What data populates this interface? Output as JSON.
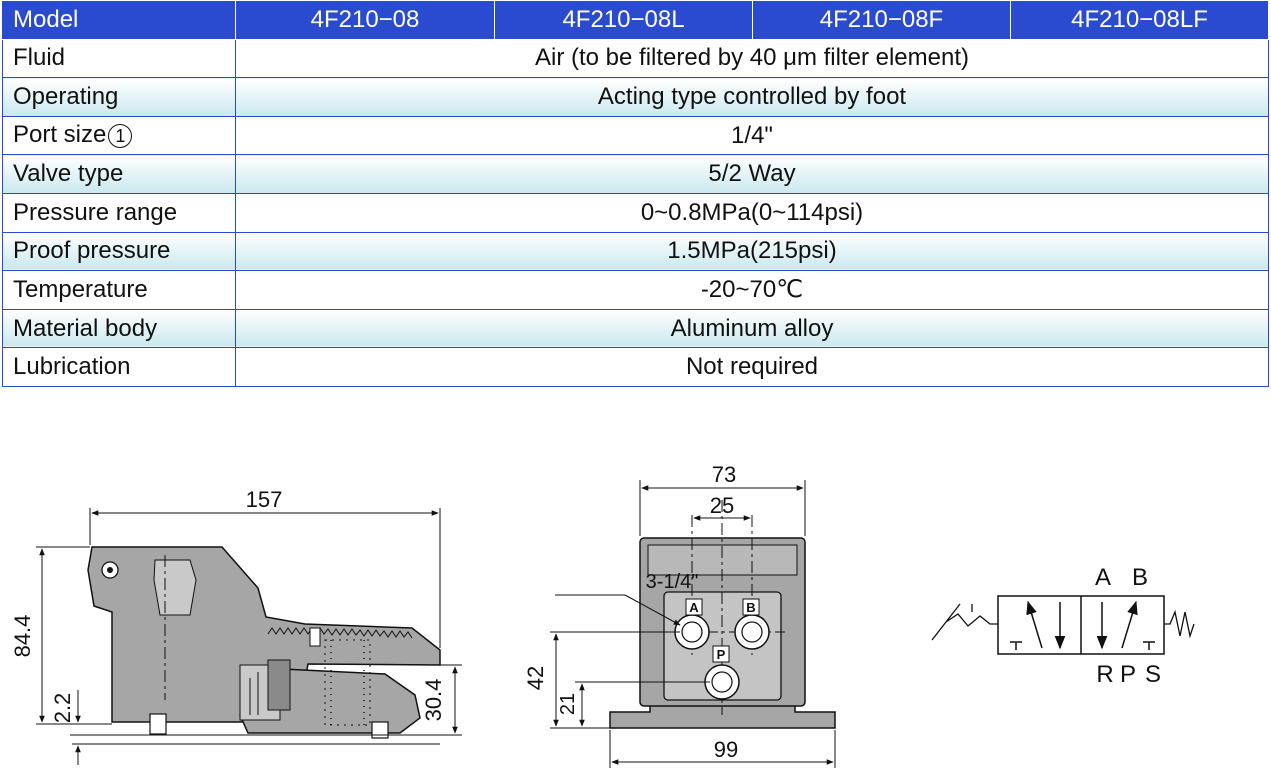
{
  "table": {
    "header": {
      "label": "Model",
      "models": [
        "4F210−08",
        "4F210−08L",
        "4F210−08F",
        "4F210−08LF"
      ]
    },
    "rows": [
      {
        "label": "Fluid",
        "value": "Air (to be filtered by 40 μm filter element)"
      },
      {
        "label": "Operating",
        "value": "Acting type controlled by foot"
      },
      {
        "label": "Port size",
        "note_marker": "1",
        "value": "1/4\""
      },
      {
        "label": "Valve type",
        "value": "5/2 Way"
      },
      {
        "label": "Pressure range",
        "value": "0~0.8MPa(0~114psi)"
      },
      {
        "label": "Proof pressure",
        "value": "1.5MPa(215psi)"
      },
      {
        "label": "Temperature",
        "value": "-20~70℃"
      },
      {
        "label": "Material body",
        "value": "Aluminum alloy"
      },
      {
        "label": "Lubrication",
        "value": "Not required"
      }
    ]
  },
  "side_view": {
    "dimensions": {
      "length": "157",
      "height": "84.4",
      "base": "2.2",
      "pedal_height": "30.4"
    }
  },
  "front_view": {
    "dimensions": {
      "width": "73",
      "port_spacing": "25",
      "port_callout": "3-1/4\"",
      "height_upper": "42",
      "height_lower": "21",
      "base_width": "99"
    },
    "port_labels": {
      "a": "A",
      "b": "B",
      "p": "P"
    }
  },
  "symbol": {
    "labels": {
      "a": "A",
      "b": "B",
      "r": "R",
      "p": "P",
      "s": "S"
    }
  },
  "colors": {
    "header_bg": "#2a4bd0",
    "border": "#2a4bd0",
    "shade": "#c9e8ee",
    "body_fill": "#a6a6a6"
  }
}
